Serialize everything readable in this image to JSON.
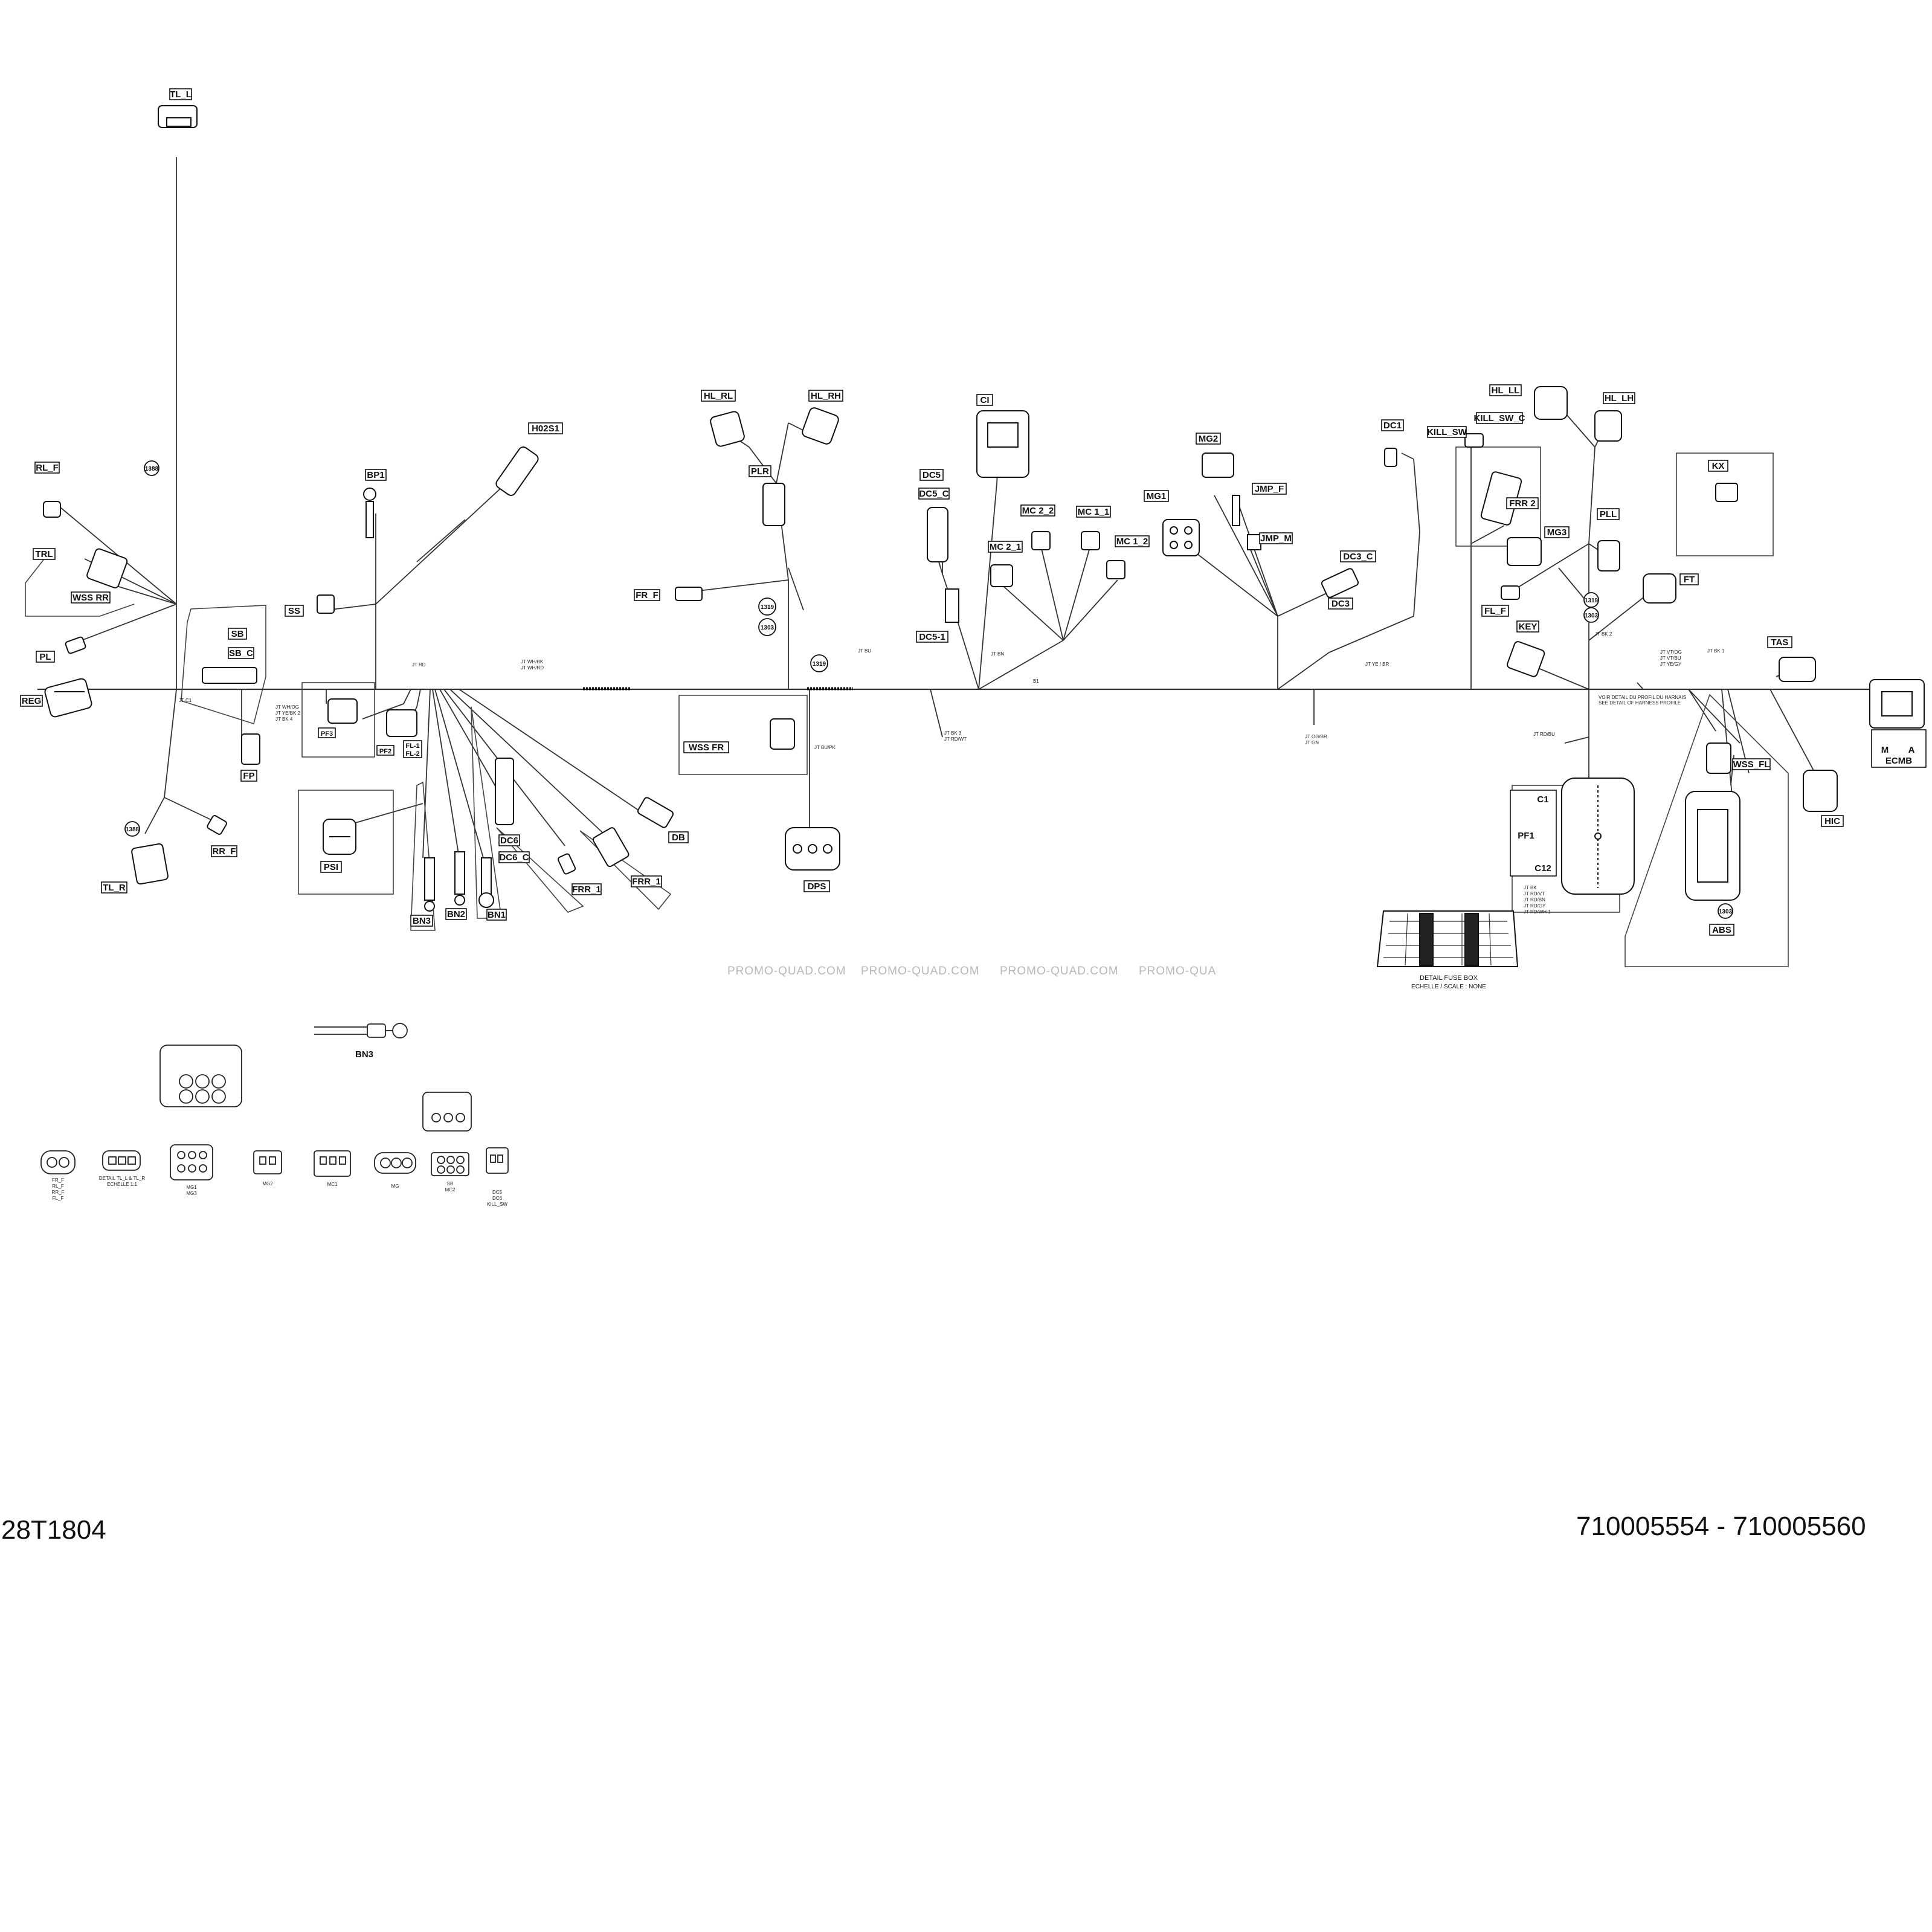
{
  "document": {
    "diagram_code": "28T1804",
    "part_number_range": "710005554 - 710005560",
    "watermark": "PROMO-QUAD.COM"
  },
  "labels": {
    "tl_l": "TL_L",
    "rl_f": "RL_F",
    "trl": "TRL",
    "wss_rr": "WSS RR",
    "pl": "PL",
    "reg": "REG",
    "sb": "SB",
    "sb_c": "SB_C",
    "fp": "FP",
    "rr_f": "RR_F",
    "tl_r": "TL_R",
    "h02s1": "H02S1",
    "bp1": "BP1",
    "ss": "SS",
    "pf3": "PF3",
    "pf2": "PF2",
    "fl1": "FL-1",
    "fl2": "FL-2",
    "psi": "PSI",
    "bn3": "BN3",
    "bn2": "BN2",
    "bn1": "BN1",
    "dc6": "DC6",
    "dc6_c": "DC6_C",
    "frr_1a": "FRR_1",
    "frr_1b": "FRR_1",
    "db": "DB",
    "hl_rl": "HL_RL",
    "hl_rh": "HL_RH",
    "plr": "PLR",
    "fr_f": "FR_F",
    "wss_fr": "WSS FR",
    "dps": "DPS",
    "ci": "CI",
    "dc5": "DC5",
    "dc5_c": "DC5_C",
    "dc5_1": "DC5-1",
    "mc2_2": "MC 2_2",
    "mc2_1": "MC 2_1",
    "mc1_1": "MC 1_1",
    "mc1_2": "MC 1_2",
    "mg1": "MG1",
    "mg2": "MG2",
    "jmp_f": "JMP_F",
    "jmp_m": "JMP_M",
    "dc3_c": "DC3_C",
    "dc3": "DC3",
    "dc1": "DC1",
    "kill_sw": "KILL_SW",
    "kill_sw_c": "KILL_SW_C",
    "hl_ll": "HL_LL",
    "hl_lh": "HL_LH",
    "frr2": "FRR 2",
    "mg3": "MG3",
    "pll": "PLL",
    "kx": "KX",
    "ft": "FT",
    "fl_f": "FL_F",
    "key": "KEY",
    "tas": "TAS",
    "ecmb": "ECMB",
    "ecmb_m": "M",
    "ecmb_a": "A",
    "wss_fl": "WSS_FL",
    "hic": "HIC",
    "abs": "ABS",
    "c1": "C1",
    "pf1": "PF1",
    "c12": "C12",
    "bn3_detail": "BN3",
    "fuse_box_title": "DETAIL FUSE BOX",
    "fuse_box_scale": "ECHELLE / SCALE : NONE"
  },
  "refs": {
    "r1388a": "1388",
    "r1388b": "1388",
    "r1319a": "1319",
    "r1303a": "1303",
    "r1319b": "1319",
    "r1319c": "1319",
    "r1303b": "1303",
    "r1303c": "1303"
  },
  "tapes": {
    "t_jtc1": "JT C1",
    "t_jtwhog": "JT WH/OG",
    "t_jtyevbk": "JT YE/BK 2",
    "t_jtbk4": "JT BK 4",
    "t_jtrd": "JT RD",
    "t_jtwhbk": "JT WH/BK",
    "t_jtwhrd": "JT WH/RD",
    "t_jtbu": "JT BU",
    "t_jtbupk": "JT BU/PK",
    "t_jtbk3": "JT BK 3",
    "t_jtrdwt": "JT RD/WT",
    "t_jtbn": "JT BN",
    "t_b1": "B1",
    "t_jtogbr": "JT OG/BR",
    "t_jtgn": "JT GN",
    "t_jtyebr": "JT YE / BR",
    "t_jtbk2": "JT BK 2",
    "t_jtvtog": "JT VT/OG",
    "t_jtvtbu": "JT VT/BU",
    "t_jtyegy": "JT YE/GY",
    "t_jtbk1": "JT BK 1",
    "t_note1": "VOIR DETAIL DU PROFIL DU HARNAIS",
    "t_note2": "SEE DETAIL OF HARNESS PROFILE",
    "t_jtrdbu": "JT RD/BU",
    "t_jtbk": "JT BK",
    "t_jtrdvt": "JT RD/VT",
    "t_jtrdbn": "JT RD/BN",
    "t_jtrdgy": "JT RD/GY",
    "t_jtrdwh": "JT RD/WH 1"
  },
  "connector_details": {
    "d1": [
      "FR_F",
      "RL_F",
      "RR_F",
      "FL_F"
    ],
    "d2": "DETAIL TL_L & TL_R",
    "d2b": "ECHELLE 1:1",
    "d3": [
      "MG1",
      "MG3"
    ],
    "d4": "MG2",
    "d5": "MC1",
    "d6": "MG",
    "d7": [
      "SB",
      "MC2"
    ],
    "d8": [
      "DC5",
      "DC6",
      "KILL_SW"
    ]
  }
}
